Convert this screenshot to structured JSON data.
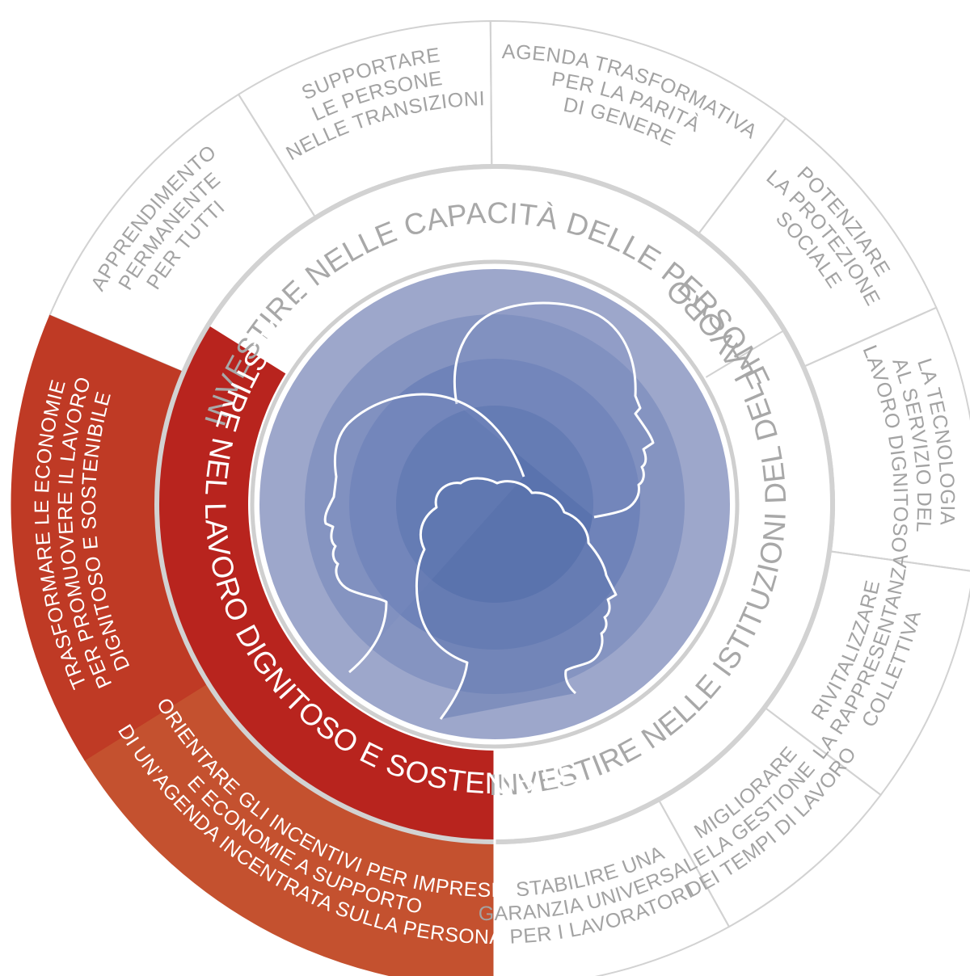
{
  "colors": {
    "red_dark": "#b8241e",
    "red_mid": "#bf3a25",
    "red_light": "#c4512f",
    "ring_line": "#d2d2d2",
    "gray_text": "#a3a3a3",
    "blue_outer": "#9da7cb",
    "blue_inner": "#5470ab"
  },
  "pillars": {
    "people": "INVESTIRE NELLE CAPACITÀ DELLE PERSONE",
    "institutions": "INVESTIRE NELLE ISTITUZIONI DEL DEL LAVORO",
    "decent_work": "INVESTIRE NEL LAVORO DIGNITOSO E SOSTENIBILE"
  },
  "outer_segments": {
    "apprendimento": [
      "APPRENDIMENTO",
      "PERMANENTE",
      "PER TUTTI"
    ],
    "supportare": [
      "SUPPORTARE",
      "LE PERSONE",
      "NELLE TRANSIZIONI"
    ],
    "agenda": [
      "AGENDA TRASFORMATIVA",
      "PER LA PARITÀ",
      "DI GENERE"
    ],
    "protezione": [
      "POTENZIARE",
      "LA PROTEZIONE",
      "SOCIALE"
    ],
    "tecnologia": [
      "LA TECNOLOGIA",
      "AL SERVIZIO DEL",
      "LAVORO DIGNITOSO"
    ],
    "rappresentanza": [
      "RIVITALIZZARE",
      "LA RAPPRESENTANZA",
      "COLLETTIVA"
    ],
    "tempi": [
      "MIGLIORARE",
      "LA GESTIONE",
      "DEI TEMPI DI LAVORO"
    ],
    "garanzia": [
      "STABILIRE UNA",
      "GARANZIA UNIVERSALE",
      "PER I LAVORATORI"
    ],
    "incentivi": [
      "ORIENTARE GLI INCENTIVI PER IMPRESE",
      "E ECONOMIE A SUPPORTO",
      "DI UN'AGENDA INCENTRATA SULLA PERSONA"
    ],
    "economie": [
      "TRASFORMARE LE ECONOMIE",
      "PER PROMUOVERE IL LAVORO",
      "DIGNITOSO E SOSTENIBILE"
    ]
  }
}
